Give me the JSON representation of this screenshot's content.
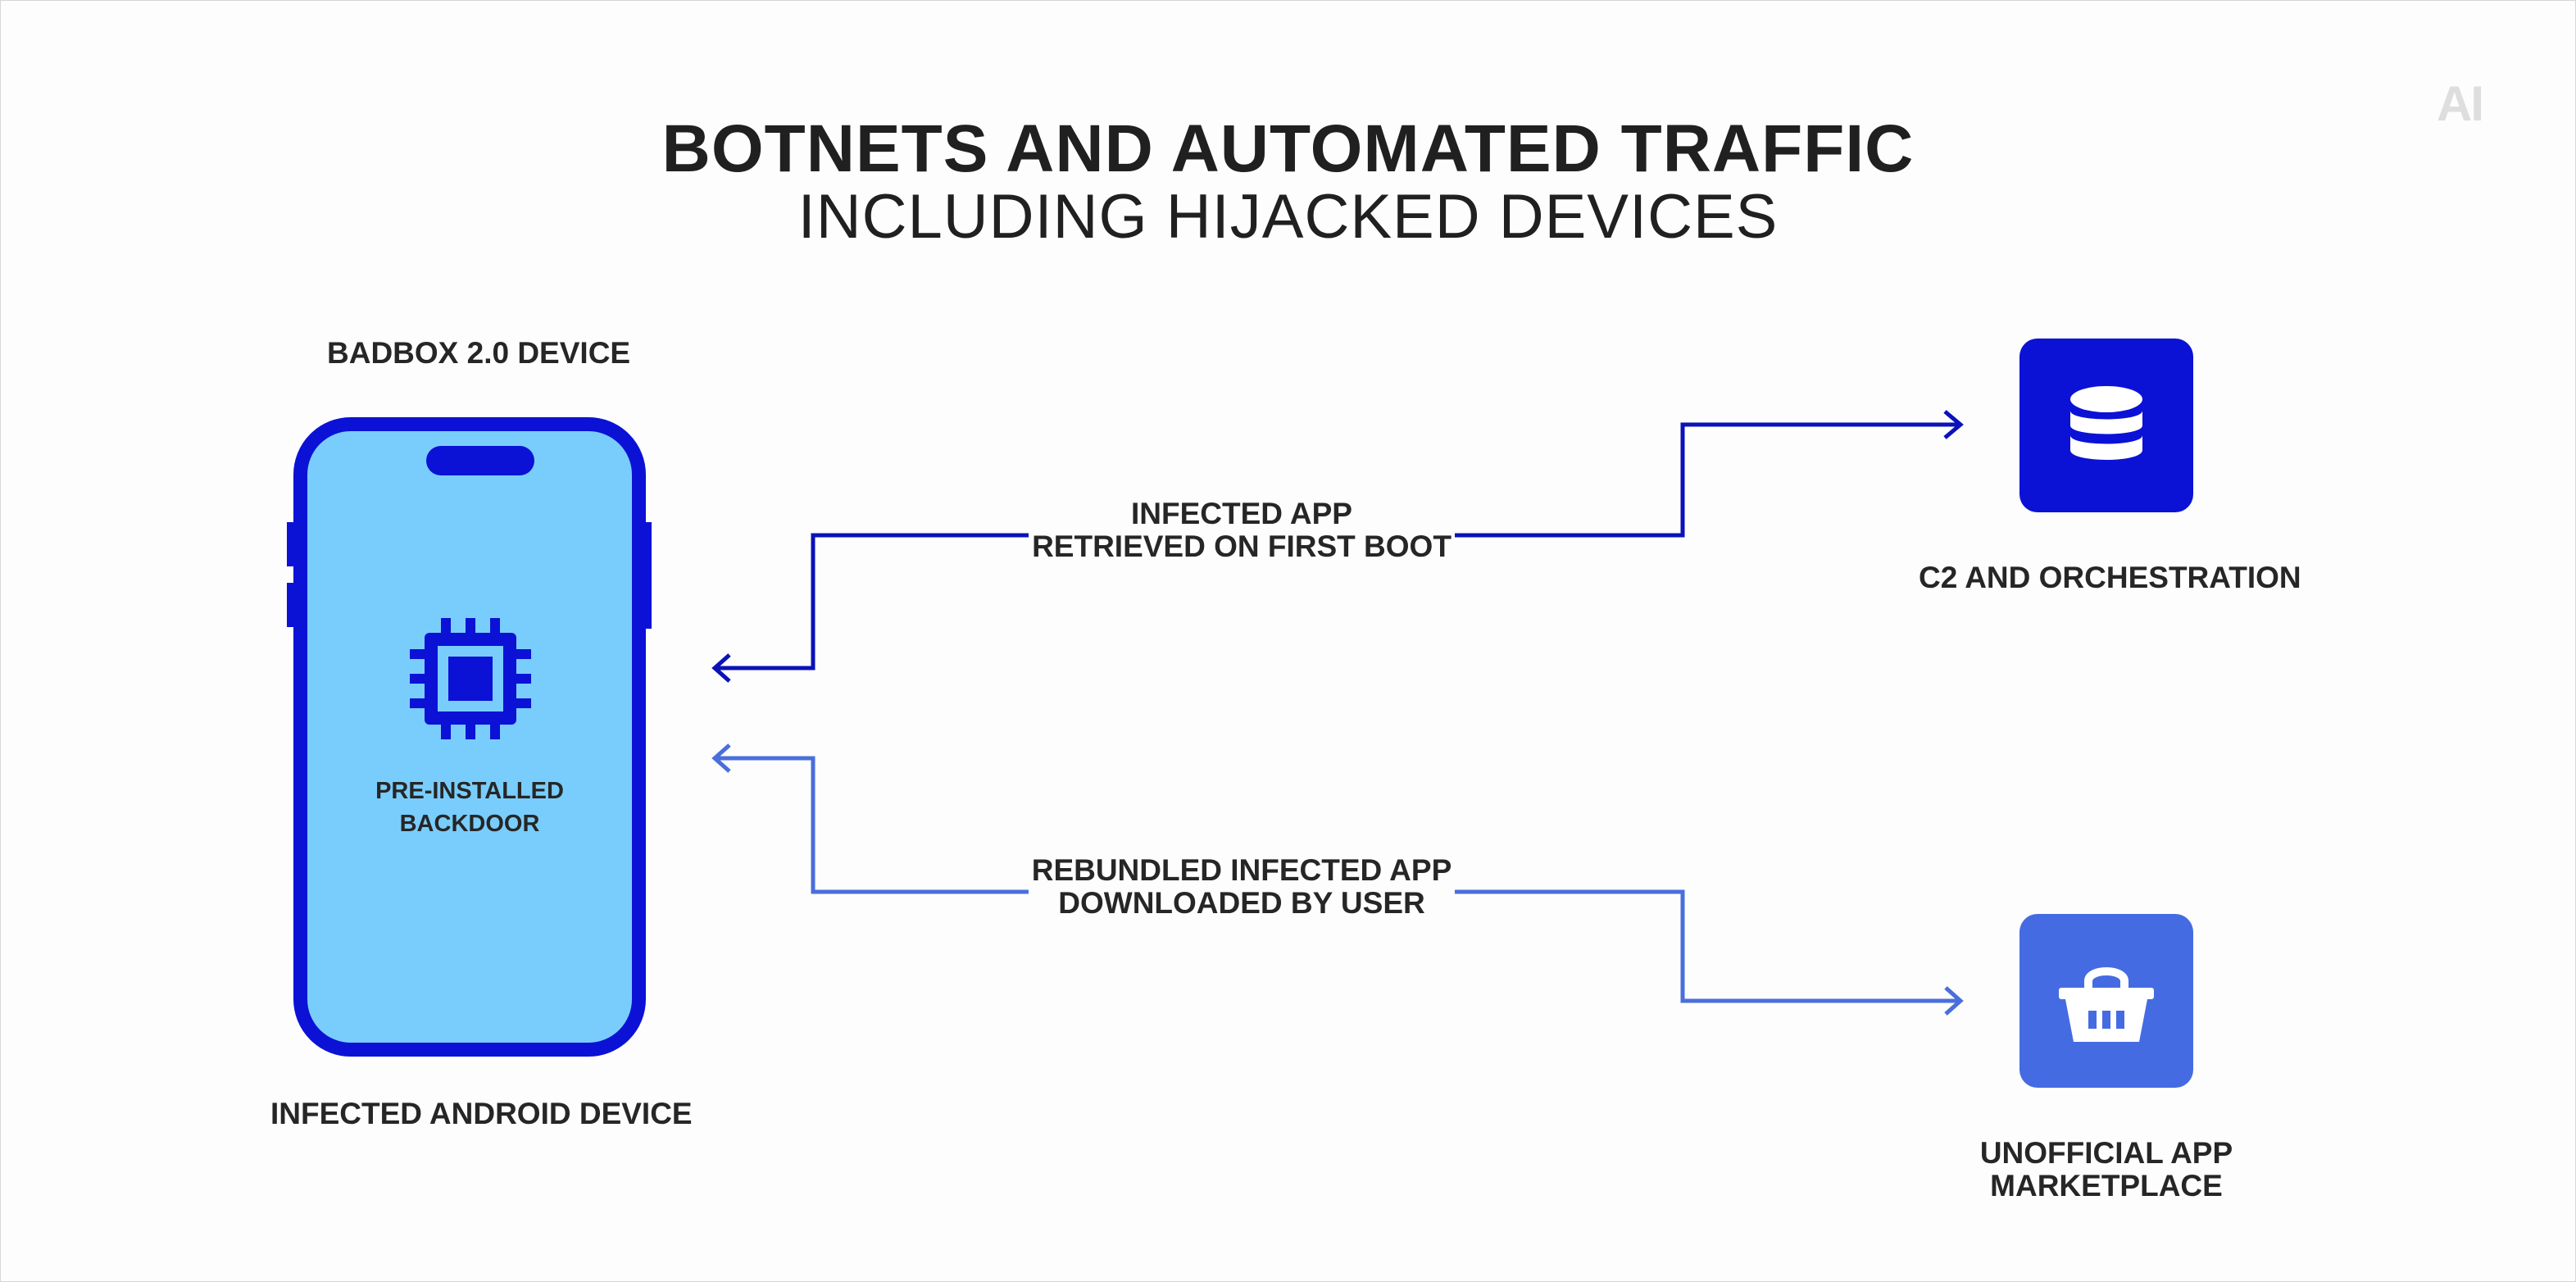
{
  "header": {
    "title": "BOTNETS AND AUTOMATED TRAFFIC",
    "subtitle": "INCLUDING HIJACKED DEVICES",
    "logo_text": "AI"
  },
  "device": {
    "top_label": "BADBOX 2.0 DEVICE",
    "screen_label_line1": "PRE-INSTALLED",
    "screen_label_line2": "BACKDOOR",
    "bottom_label": "INFECTED ANDROID DEVICE",
    "chip_icon": "cpu-chip-icon"
  },
  "flows": [
    {
      "label_line1": "INFECTED APP",
      "label_line2": "RETRIEVED ON FIRST BOOT",
      "color": "#0b12b8",
      "direction": "from C2 to device"
    },
    {
      "label_line1": "REBUNDLED INFECTED APP",
      "label_line2": "DOWNLOADED BY USER",
      "color": "#4a6fdc",
      "direction": "from marketplace to device"
    }
  ],
  "nodes": {
    "c2": {
      "label": "C2 AND ORCHESTRATION",
      "icon": "database-icon",
      "color": "#0b12d6"
    },
    "marketplace": {
      "label_line1": "UNOFFICIAL APP",
      "label_line2": "MARKETPLACE",
      "icon": "basket-icon",
      "color": "#456be3"
    }
  }
}
